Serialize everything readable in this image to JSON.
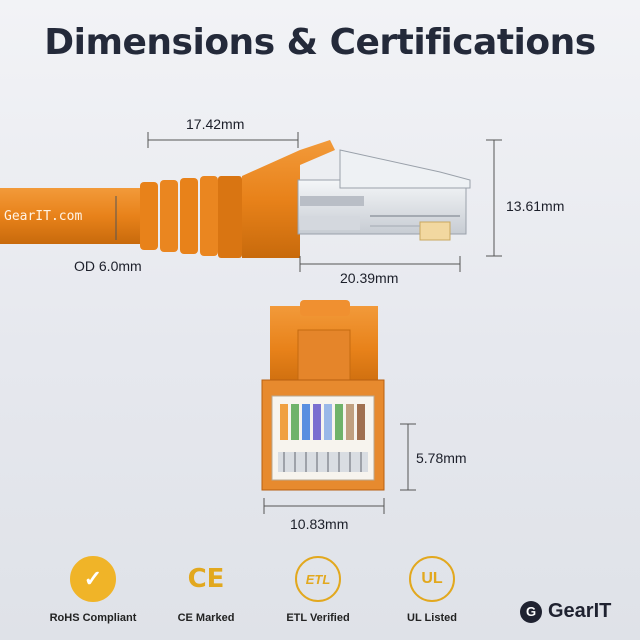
{
  "title": "Dimensions & Certifications",
  "cable": {
    "printed_text": "GearIT.com",
    "color": "#e8821a"
  },
  "dimensions": {
    "boot_length": "17.42mm",
    "plug_height": "13.61mm",
    "plug_length": "20.39mm",
    "outer_diameter": "OD 6.0mm",
    "front_height": "5.78mm",
    "front_width": "10.83mm"
  },
  "certifications": [
    {
      "label": "RoHS Compliant",
      "icon": "rohs-check-icon",
      "mark": "✓"
    },
    {
      "label": "CE Marked",
      "icon": "ce-icon",
      "mark": "CE"
    },
    {
      "label": "ETL Verified",
      "icon": "etl-icon",
      "mark": "ETL"
    },
    {
      "label": "UL Listed",
      "icon": "ul-icon",
      "mark": "UL"
    }
  ],
  "brand": {
    "name": "GearIT",
    "logo_letter": "G"
  },
  "colors": {
    "accent_gold": "#e2a81e",
    "title": "#242a3a",
    "cable_orange": "#e8821a"
  }
}
